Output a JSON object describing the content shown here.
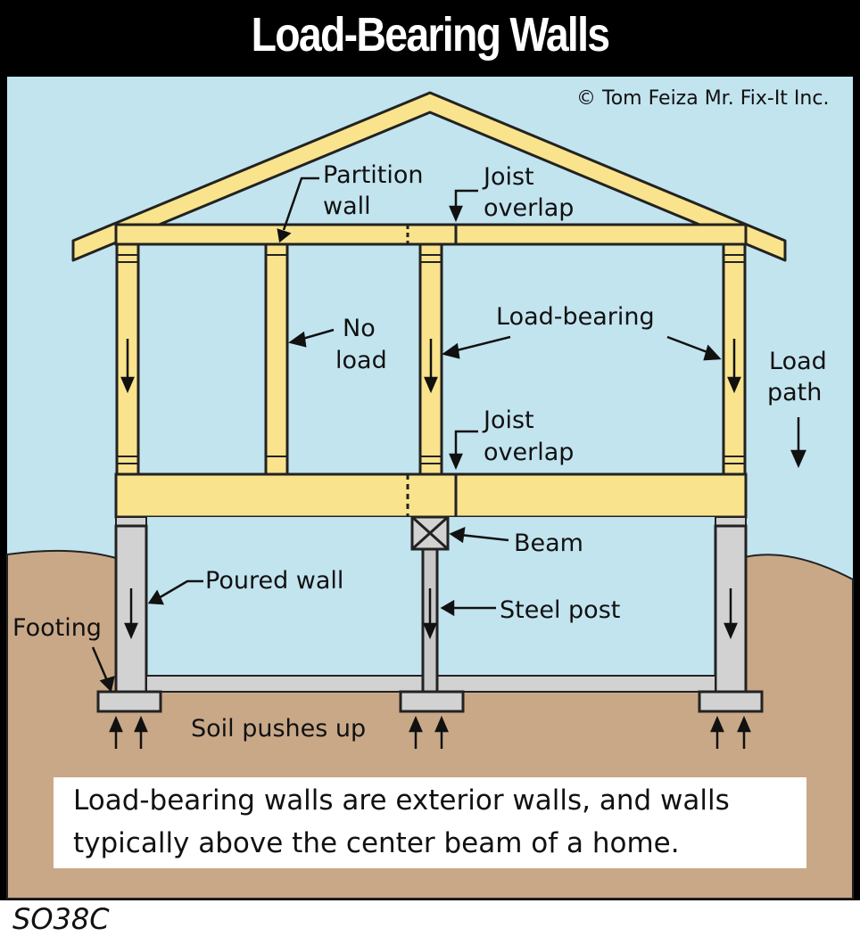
{
  "title": "Load-Bearing Walls",
  "copyright": "© Tom Feiza Mr. Fix-It Inc.",
  "labels": {
    "partition_wall_1": "Partition",
    "partition_wall_2": "wall",
    "joist_overlap_top_1": "Joist",
    "joist_overlap_top_2": "overlap",
    "no_load_1": "No",
    "no_load_2": "load",
    "load_bearing": "Load-bearing",
    "load_path_1": "Load",
    "load_path_2": "path",
    "joist_overlap_mid_1": "Joist",
    "joist_overlap_mid_2": "overlap",
    "beam": "Beam",
    "poured_wall": "Poured wall",
    "steel_post": "Steel post",
    "footing": "Footing",
    "soil_pushes_up": "Soil pushes up"
  },
  "caption": {
    "line1": "Load-bearing walls are exterior walls, and walls",
    "line2": "typically above the center beam of a home."
  },
  "code": "SO38C",
  "colors": {
    "sky": "#c2e4ef",
    "soil": "#c9a888",
    "wood": "#f9e38c",
    "concrete": "#d2d2d2",
    "frame": "#000000"
  }
}
